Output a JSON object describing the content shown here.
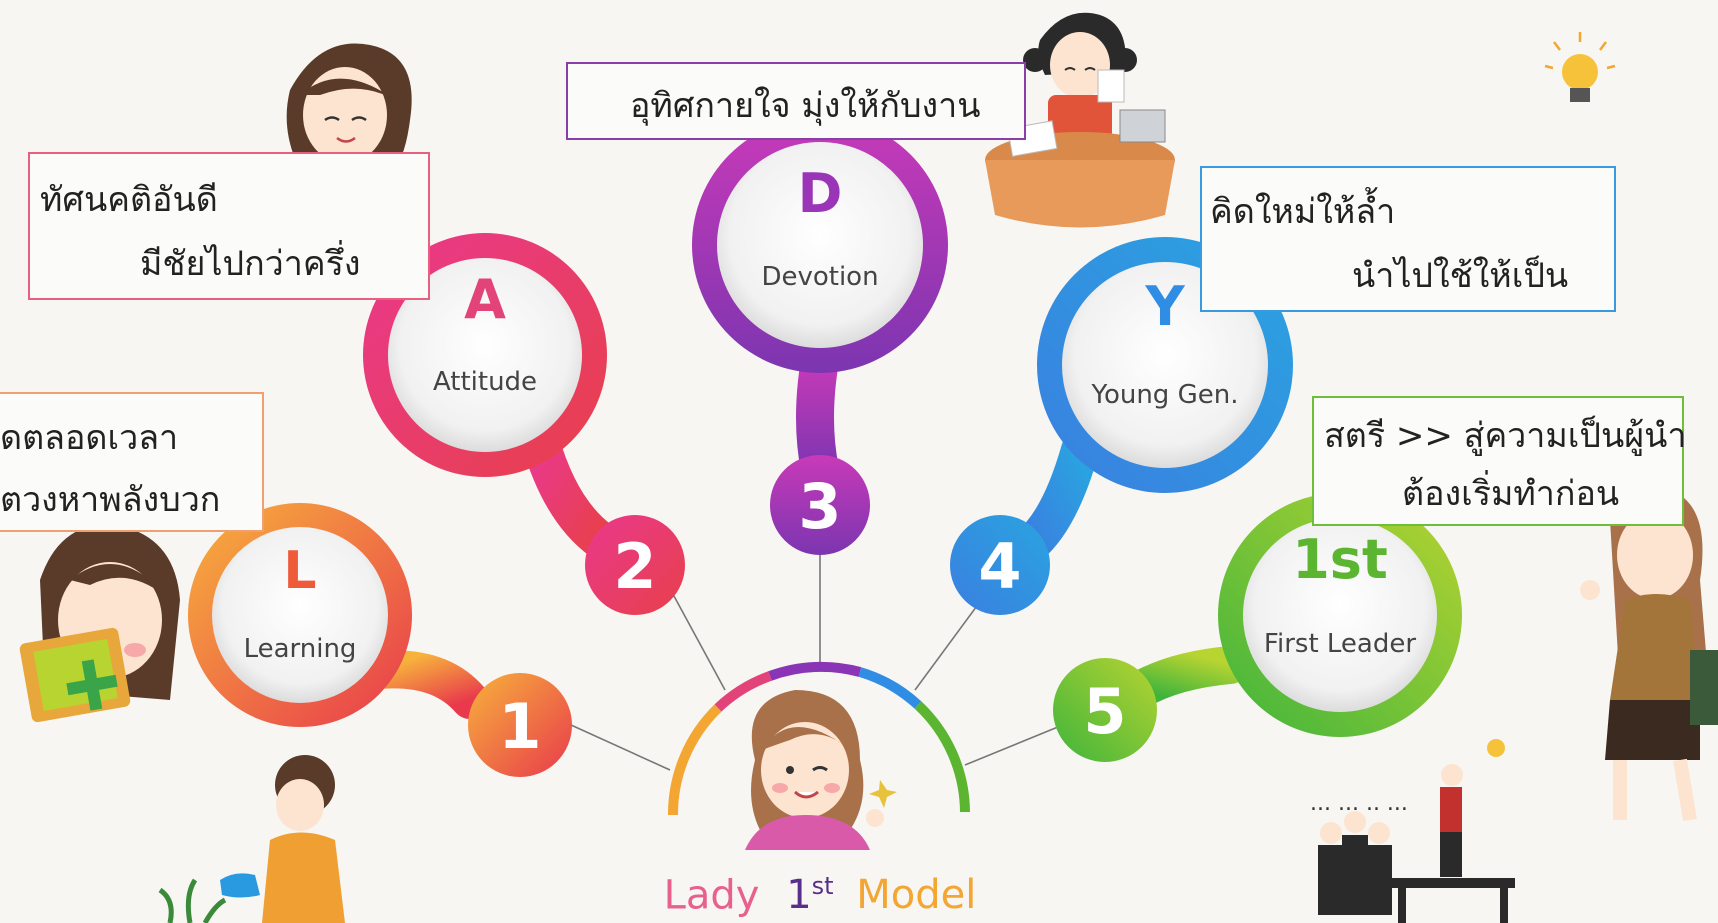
{
  "center": {
    "title_parts": [
      {
        "text": "Lady",
        "color": "#e8618c"
      },
      {
        "text": "1",
        "color": "#5a2e8c"
      },
      {
        "text": "st",
        "color": "#5a2e8c"
      },
      {
        "text": "Model",
        "color": "#f3a632"
      }
    ]
  },
  "nodes": [
    {
      "number": "1",
      "letter": "L",
      "word": "Learning",
      "color": "#f08a3c",
      "number_color": "#e4325a"
    },
    {
      "number": "2",
      "letter": "A",
      "word": "Attitude",
      "color": "#e2447a",
      "number_color": "#e23a4e"
    },
    {
      "number": "3",
      "letter": "D",
      "word": "Devotion",
      "color": "#a43ab8",
      "number_color": "#8a35b6"
    },
    {
      "number": "4",
      "letter": "Y",
      "word": "Young Gen.",
      "color": "#2fa0e2",
      "number_color": "#2f8ee4"
    },
    {
      "number": "5",
      "letter": "1st",
      "word": "First Leader",
      "color": "#6dc23a",
      "number_color": "#5cb531"
    }
  ],
  "boxes": {
    "learning": {
      "line1": "ุดตลอดเวลา",
      "line2": "ตวงหาพลังบวก",
      "border": "#f0a070"
    },
    "attitude": {
      "line1": "ทัศนคติอันดี",
      "line2": "มีชัยไปกว่าครึ่ง",
      "border": "#e8607f"
    },
    "devotion": {
      "line1": "อุทิศกายใจ มุ่งให้กับงาน",
      "border": "#8a3fa8"
    },
    "young": {
      "line1": "คิดใหม่ให้ล้ำ",
      "line2": "นำไปใช้ให้เป็น",
      "border": "#3a9ae0"
    },
    "leader": {
      "line1": "สตรี >> สู่ความเป็นผู้นำ",
      "line2": "ต้องเริ่มทำก่อน",
      "border": "#6dbf3a"
    }
  },
  "dots_text": "... ... .. ..."
}
